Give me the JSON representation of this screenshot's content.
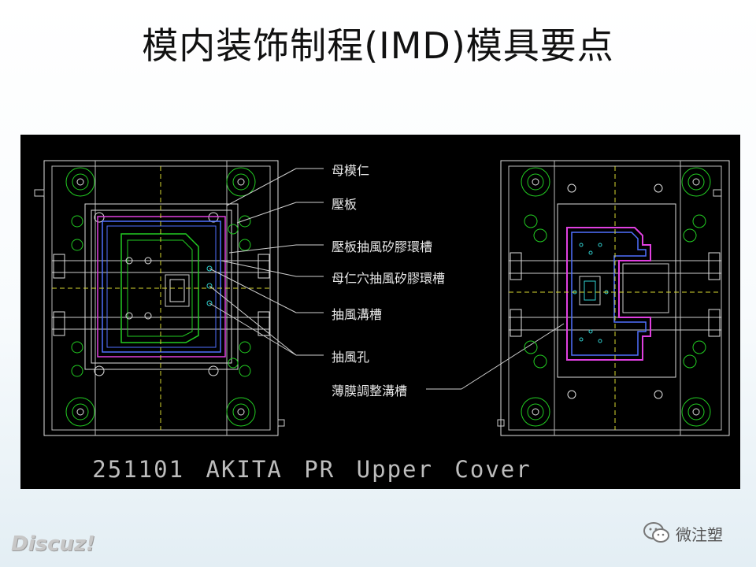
{
  "title": "模内装饰制程(IMD)模具要点",
  "cad": {
    "caption": "251101 AKITA PR Upper Cover",
    "callouts": [
      "母模仁",
      "壓板",
      "壓板抽風矽膠環槽",
      "母仁穴抽風矽膠環槽",
      "抽風溝槽",
      "抽風孔",
      "薄膜調整溝槽"
    ]
  },
  "watermarks": {
    "discuz": "Discuz!",
    "wechat": "微注塑",
    "wechat_icon": "wechat-icon"
  },
  "colors": {
    "panel_bg": "#000000",
    "outline": "#e0e0e0",
    "green": "#22cc22",
    "magenta": "#e040e0",
    "blue": "#5070ff",
    "cyan": "#30d0d0",
    "yellow": "#d8d830"
  }
}
